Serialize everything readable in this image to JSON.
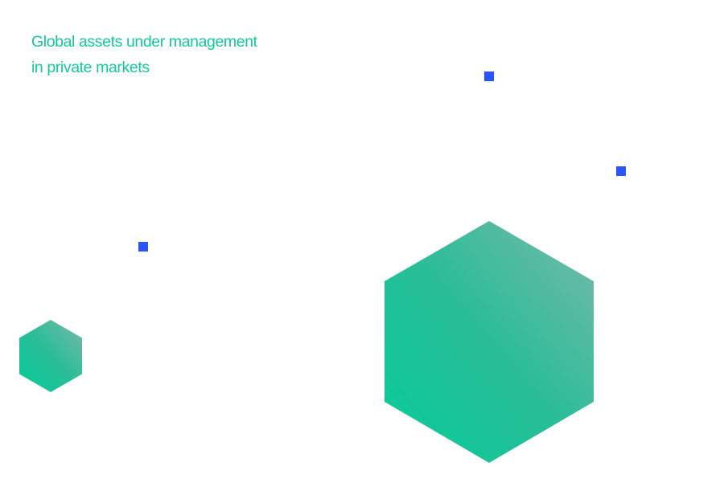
{
  "chart_data": {
    "type": "bubble",
    "title_lines": [
      "Global assets under management",
      "in private markets"
    ],
    "colors": {
      "accent": "#12c99a",
      "gradient_end": "#7ab8aa",
      "marker": "#2b54ff"
    },
    "hexagons": [
      {
        "name": "small-hexagon",
        "relative_size": 0.3
      },
      {
        "name": "large-hexagon",
        "relative_size": 1.0
      }
    ],
    "markers": 3
  }
}
